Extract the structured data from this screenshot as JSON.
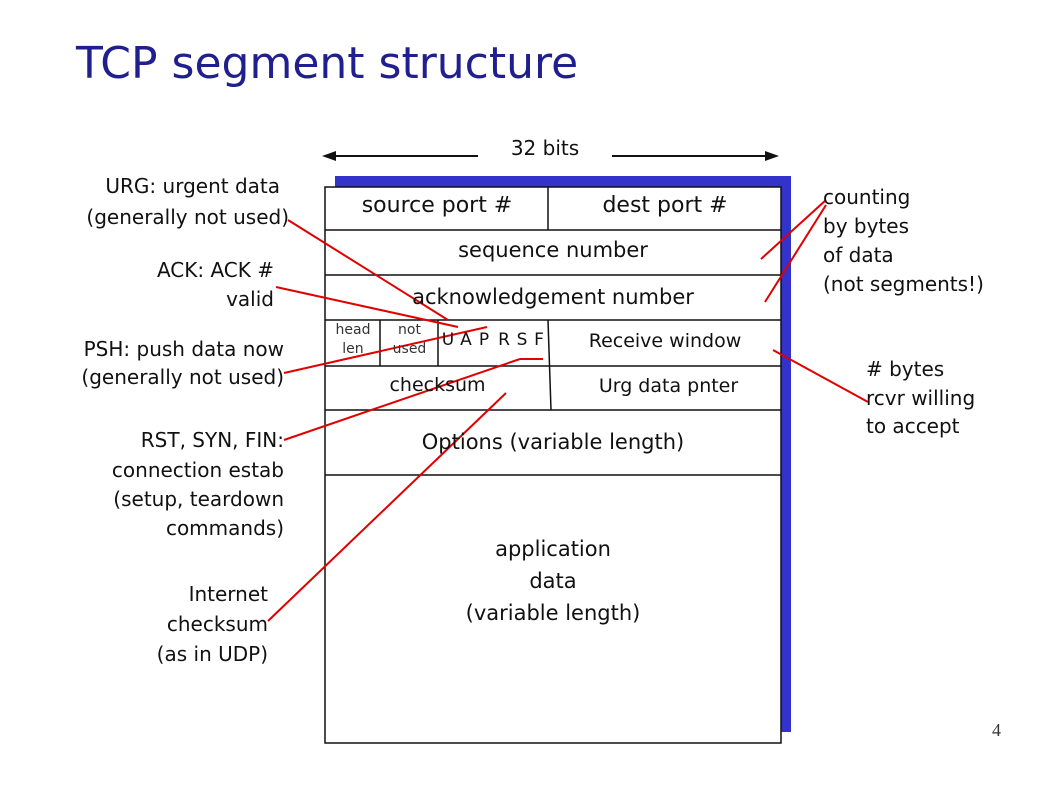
{
  "title": "TCP segment structure",
  "width_label": "32 bits",
  "fields": {
    "source_port": "source port #",
    "dest_port": "dest port #",
    "sequence": "sequence number",
    "ack": "acknowledgement number",
    "head_len": [
      "head",
      "len"
    ],
    "not_used": [
      "not",
      "used"
    ],
    "flags": [
      "U",
      "A",
      "P",
      "R",
      "S",
      "F"
    ],
    "receive_window": "Receive window",
    "checksum": "checksum",
    "urg_ptr": "Urg data pnter",
    "options": "Options (variable length)",
    "app_data": [
      "application",
      "data",
      "(variable length)"
    ]
  },
  "annotations": {
    "urg": [
      "URG: urgent data",
      "(generally not used)"
    ],
    "ack": [
      "ACK: ACK #",
      "valid"
    ],
    "psh": [
      "PSH: push data now",
      "(generally not used)"
    ],
    "rst_syn_fin": [
      "RST, SYN, FIN:",
      "connection estab",
      "(setup, teardown",
      "commands)"
    ],
    "internet_checksum": [
      "Internet",
      "checksum",
      "(as in UDP)"
    ],
    "counting": [
      "counting",
      "by bytes",
      "of data",
      "(not segments!)"
    ],
    "bytes_rcvr": [
      "# bytes",
      "rcvr willing",
      "to accept"
    ]
  },
  "page_number": "4",
  "colors": {
    "title": "#1f1f8f",
    "shadow": "#3333cc",
    "pointer": "#e00000"
  }
}
